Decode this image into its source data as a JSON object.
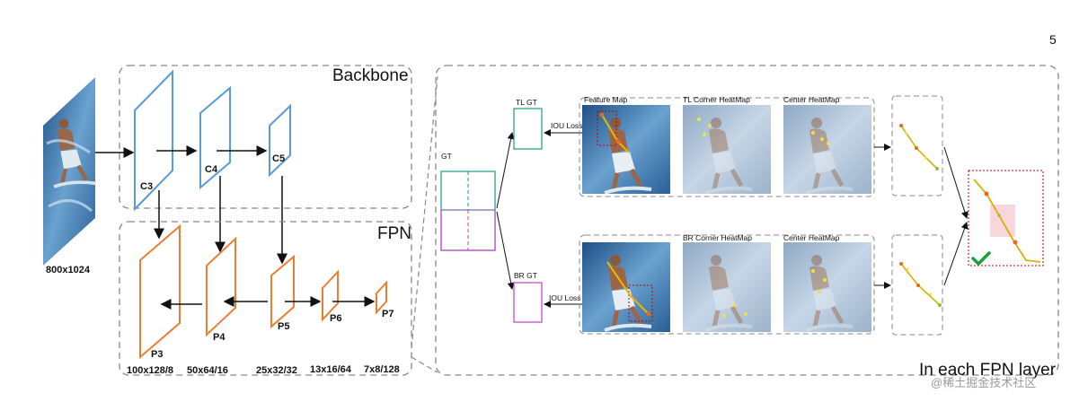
{
  "page_number": "5",
  "input_image": {
    "size_label": "800x1024"
  },
  "backbone": {
    "title": "Backbone",
    "layers": [
      "C3",
      "C4",
      "C5"
    ]
  },
  "fpn": {
    "title": "FPN",
    "layers": [
      "P3",
      "P4",
      "P5",
      "P6",
      "P7"
    ],
    "dims": [
      "100x128/8",
      "50x64/16",
      "25x32/32",
      "13x16/64",
      "7x8/128"
    ]
  },
  "detail": {
    "title": "In each FPN layer",
    "gt_label": "GT",
    "tl_gt_label": "TL GT",
    "br_gt_label": "BR GT",
    "iou_loss_top": "IOU Loss",
    "iou_loss_bottom": "IOU Loss",
    "top_panels": [
      "Feature Map",
      "TL Corner HeatMap",
      "Center HeatMap"
    ],
    "bottom_panels": [
      "BR Corner HeatMap",
      "Center HeatMap"
    ]
  },
  "colors": {
    "backbone_stroke": "#5b9bd5",
    "fpn_stroke": "#ed7d31",
    "gt_teal": "#1a9a8a",
    "gt_magenta": "#c040c0",
    "result_red": "#c00000",
    "check_green": "#1aa03a"
  },
  "watermark": "@稀土掘金技术社区"
}
